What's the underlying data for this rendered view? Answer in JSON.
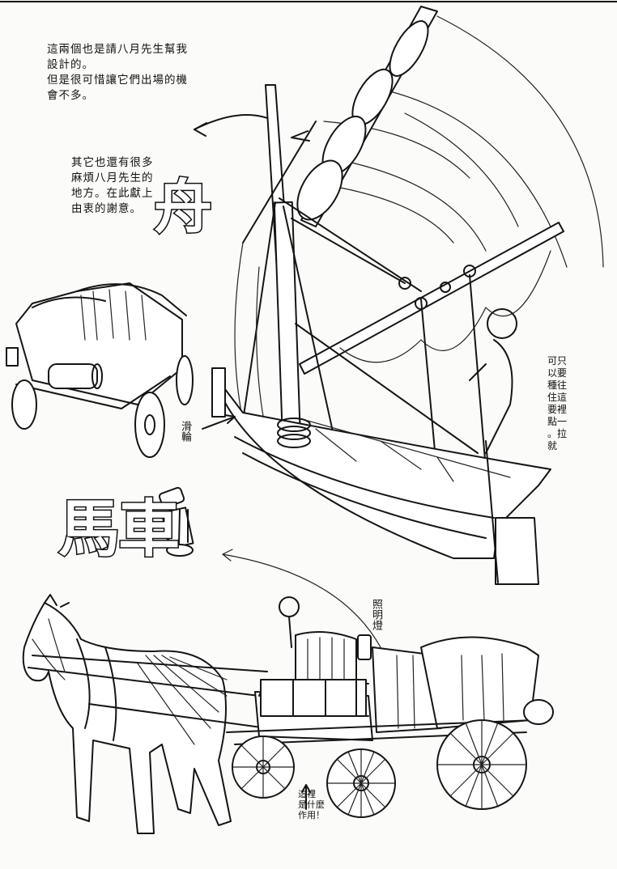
{
  "notes": {
    "top_left": [
      "這兩個也是請八月先生幫我",
      "設計的。",
      "但是很可惜讓它們出場的機",
      "會不多。"
    ],
    "middle_left": [
      "其它也還有很多",
      "麻煩八月先生的",
      "地方。在此獻上",
      "由衷的謝意。"
    ],
    "boat_right": [
      "可只",
      "以要",
      "種往",
      "住這",
      "要裡",
      "點一",
      "。拉",
      "就"
    ],
    "boat_label": "滑輪",
    "lamp_label": "照明燈",
    "wheel_note": [
      "這裡",
      "是什麼",
      "作用！"
    ]
  },
  "titles": {
    "boat": "舟",
    "carriage": "馬車"
  },
  "icons": [
    "boat-sketch",
    "cart-sketch",
    "lantern-sketch",
    "horse-carriage-sketch",
    "arrow-icon"
  ]
}
